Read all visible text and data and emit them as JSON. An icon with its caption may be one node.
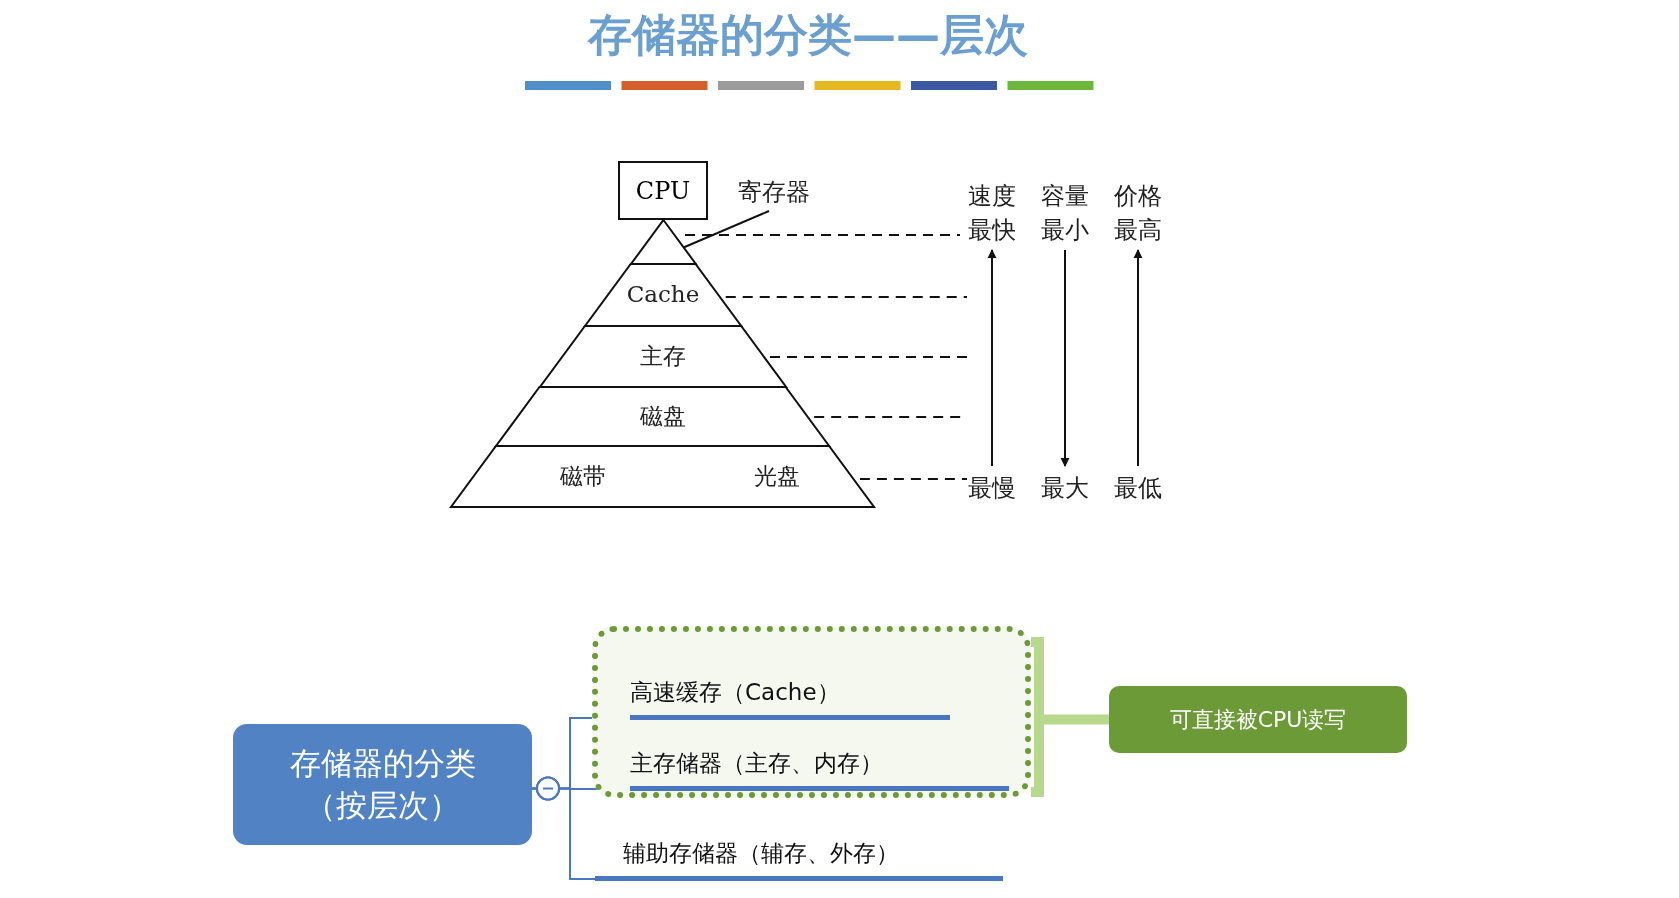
{
  "diagram": {
    "title": "存储器的分类——层次",
    "nodes": [
      {
        "text": [
          "CPU"
        ]
      },
      {
        "text": [
          "寄存器"
        ]
      },
      {
        "text": [],
        "shape": "triangle"
      },
      {
        "text": [
          "Cache"
        ]
      },
      {
        "text": [
          "主存"
        ]
      },
      {
        "text": [
          "磁盘"
        ]
      },
      {
        "text": [
          "磁带",
          "光盘"
        ]
      },
      {
        "text": [
          "存储器的分类（按层次）"
        ]
      },
      {
        "text": [],
        "shape": "box"
      },
      {
        "text": [
          "高速缓存（Cache）"
        ],
        "in": 8
      },
      {
        "text": [
          "主存储器（主存、内存）"
        ],
        "in": 8
      },
      {
        "text": [
          "辅助存储器（辅存、外存）"
        ]
      },
      {
        "text": [
          "可直接被CPU读写"
        ]
      }
    ],
    "edges": [
      {
        "from": 1,
        "to": 2,
        "arrow": "none",
        "color": "#111111"
      },
      {
        "from": 7,
        "to": 9,
        "arrow": "other"
      },
      {
        "from": 7,
        "to": 10,
        "arrow": "other"
      },
      {
        "from": 7,
        "to": 11,
        "arrow": "other"
      },
      {
        "from": 8,
        "to": 12,
        "arrow": "none",
        "style": "thick",
        "color": "#b7d98e"
      }
    ],
    "labels": [
      "速度",
      "容量",
      "价格",
      "最快",
      "最小",
      "最高",
      "最慢",
      "最大",
      "最低"
    ]
  }
}
